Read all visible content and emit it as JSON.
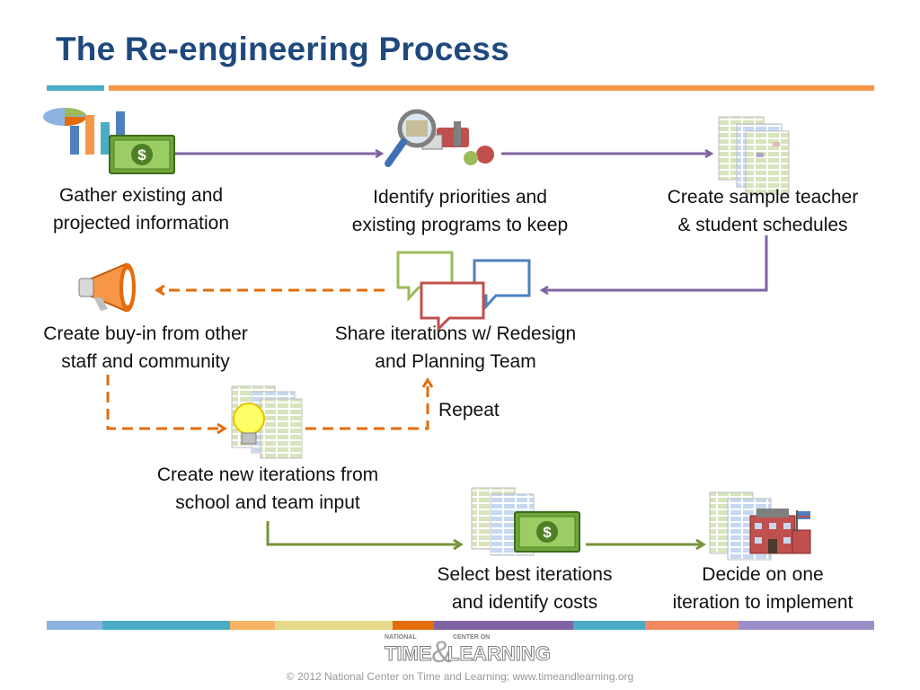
{
  "title": "The Re-engineering Process",
  "steps": {
    "gather": [
      "Gather existing and",
      "projected information"
    ],
    "identify": [
      "Identify priorities and",
      "existing programs to keep"
    ],
    "schedules": [
      "Create sample teacher",
      "& student schedules"
    ],
    "share": [
      "Share iterations w/ Redesign",
      "and Planning Team"
    ],
    "buyin": [
      "Create buy-in from other",
      "staff and community"
    ],
    "new_iterations": [
      "Create new iterations from",
      "school and team input"
    ],
    "select": [
      "Select best iterations",
      "and identify costs"
    ],
    "decide": [
      "Decide on one",
      "iteration to implement"
    ]
  },
  "repeat_label": "Repeat",
  "logo": {
    "top_left": "NATIONAL",
    "top_right": "CENTER ON",
    "word1": "TIME",
    "amp": "&",
    "word2": "LEARNING"
  },
  "footer": "© 2012 National Center on Time and Learning; www.timeandlearning.org",
  "colors": {
    "title": "#1f497d",
    "purple_arrow": "#8064a2",
    "orange_dashed": "#e46c0a",
    "green_arrow": "#77933c",
    "accent_teal": "#4bacc6",
    "accent_orange": "#f79646"
  }
}
